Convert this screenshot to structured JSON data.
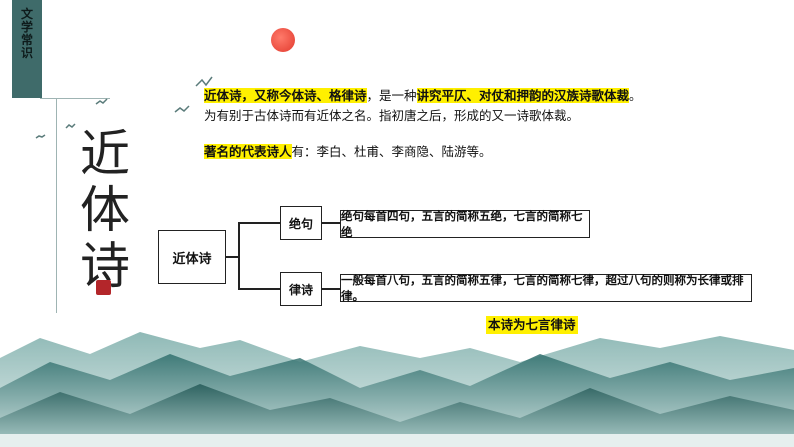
{
  "side_tag": "文学常识",
  "title_vertical": [
    "近",
    "体",
    "诗"
  ],
  "intro": {
    "line1_hl1": "近体诗，又称今体诗、格律诗",
    "line1_mid": "，是一种",
    "line1_hl2": "讲究平仄、对仗和押韵的汉族诗歌体裁",
    "line1_end": "。",
    "line2": "为有别于古体诗而有近体之名。指初唐之后，形成的又一诗歌体裁。",
    "line3_hl": "著名的代表诗人",
    "line3_rest": "有：李白、杜甫、李商隐、陆游等。"
  },
  "diagram": {
    "root": "近体诗",
    "branch1": "绝句",
    "branch1_desc": "绝句每首四句，五言的简称五绝，七言的简称七绝",
    "branch2": "律诗",
    "branch2_desc": "一般每首八句，五言的简称五律，七言的简称七律，超过八句的则称为长律或排律。"
  },
  "note": "本诗为七言律诗",
  "colors": {
    "highlight": "#fff000",
    "tag_bg": "#3f6b6a",
    "sun": "#e23a2e",
    "mountain": "#2f6e6c",
    "seal": "#b3262a"
  }
}
